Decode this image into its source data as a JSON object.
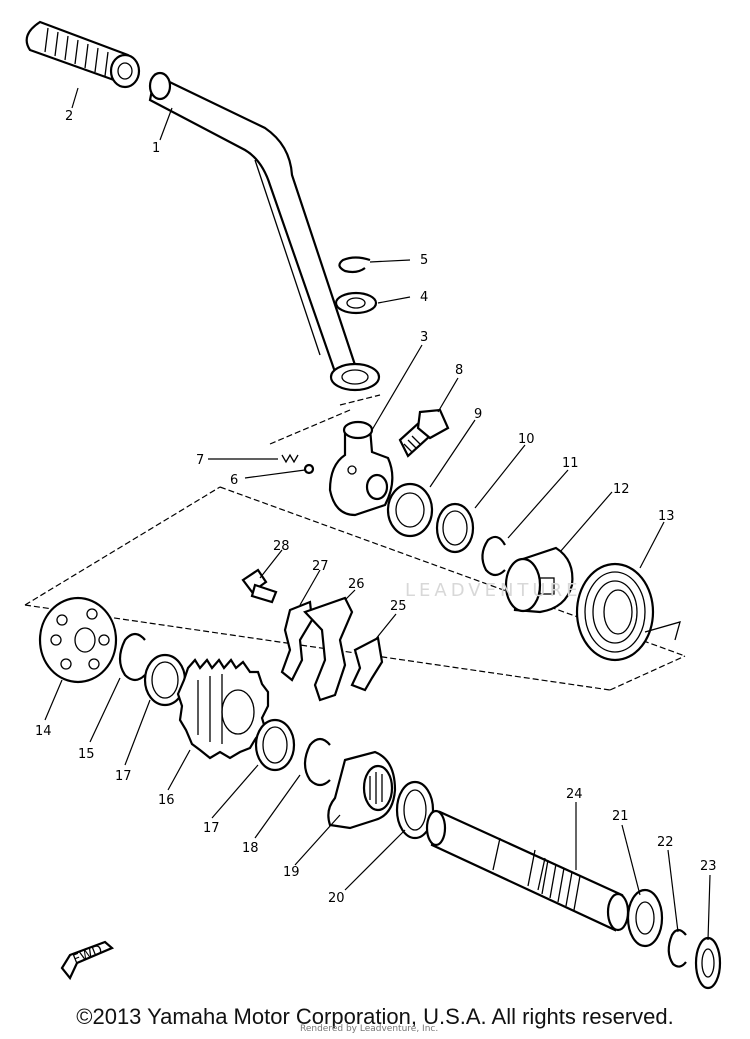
{
  "diagram": {
    "callouts": [
      "1",
      "2",
      "3",
      "4",
      "5",
      "6",
      "7",
      "8",
      "9",
      "10",
      "11",
      "12",
      "13",
      "14",
      "15",
      "16",
      "17",
      "17",
      "18",
      "19",
      "20",
      "21",
      "22",
      "23",
      "24",
      "25",
      "26",
      "27",
      "28"
    ],
    "fwd_label": "FWD"
  },
  "watermark": "LEADVENTURE",
  "copyright": "©2013 Yamaha Motor Corporation, U.S.A. All rights reserved.",
  "sub_credit": "Rendered by Leadventure, Inc."
}
